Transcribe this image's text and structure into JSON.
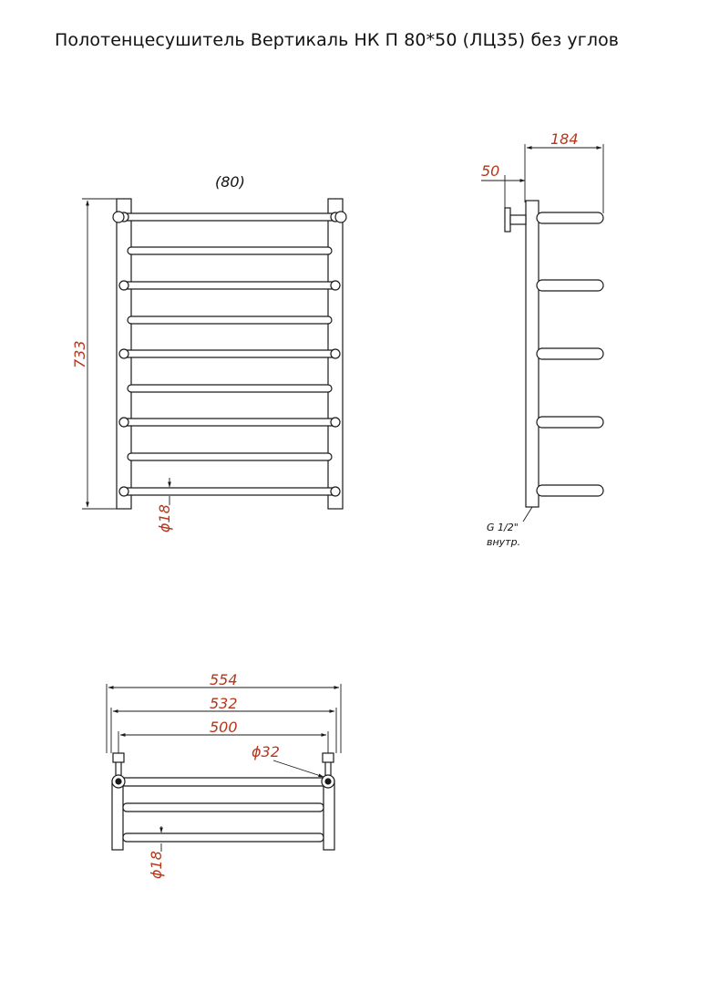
{
  "title": "Полотенцесушитель Вертикаль НК П 80*50 (ЛЦ35) без углов",
  "colors": {
    "line": "#1a1a1a",
    "dimension": "#b5361b"
  },
  "front_view": {
    "spacing_label": "(80)",
    "height_dim": "733",
    "bar_diameter": "ϕ18"
  },
  "side_view": {
    "depth_dim": "184",
    "offset_dim": "50",
    "thread_note": "G 1/2\"",
    "thread_note_2": "внутр."
  },
  "top_view": {
    "overall_width": "554",
    "flange_width": "532",
    "axis_width": "500",
    "pipe_diameter": "ϕ32",
    "bar_diameter": "ϕ18"
  }
}
